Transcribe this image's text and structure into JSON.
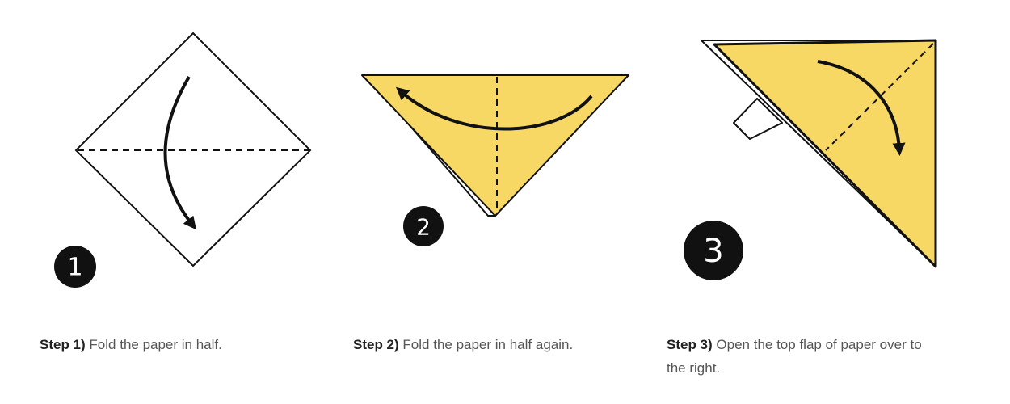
{
  "colors": {
    "paper_front": "#ffffff",
    "paper_color": "#f8d864",
    "outline": "#111111",
    "badge": "#111111"
  },
  "steps": [
    {
      "number": "1",
      "label": "Step 1)",
      "text": "Fold the paper in half."
    },
    {
      "number": "2",
      "label": "Step 2)",
      "text": "Fold the paper in half again."
    },
    {
      "number": "3",
      "label": "Step 3)",
      "text": "Open the top flap of paper over to the right."
    }
  ]
}
